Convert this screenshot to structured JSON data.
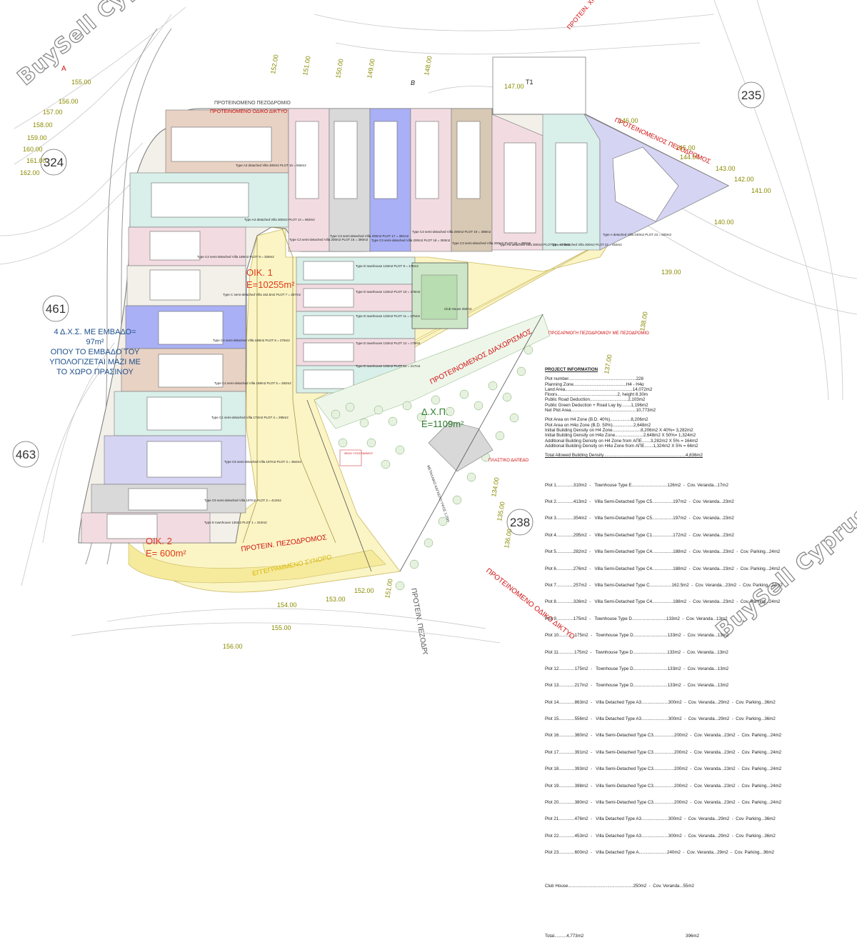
{
  "map": {
    "road_labels": {
      "proposed_footpath_top": "ΠΡΟΤΕΙΝΟΜΕΝΟ ΠΕΖΟΔΡΟΜΙΟ",
      "proposed_road_network_top": "ΠΡΟΤΕΙΝΟΜΕΝΟ ΟΔΙΚΟ ΔΙΚΤΥΟ",
      "proposed_pedestrian_way_right": "ΠΡΟΤΕΙΝΟΜΕΝΟΣ ΠΕΖΟΔΡΟΜΟΣ",
      "proposed_partition": "ΠΡΟΤΕΙΝΟΜΕΝΟΣ ΔΙΑΧΩΡΙΣΜΟΣ",
      "adjustment_footpath": "ΠΡΟΣΑΡΜΟΓΗ ΠΕΖΟΔΡΟΜΙΟΥ ΜΕ ΠΕΖΟΔΡΟΜΙΟ",
      "proposed_pedestrian_bottom": "ΠΡΟΤΕΙΝ. ΠΕΖΟΔΡΟΜΟΣ",
      "registered_boundary": "ΕΓΓΕΓΡΑΜΜΕΝΟ ΣΥΝΟΡΟ",
      "proposed_pedestrian_bottom2": "ΠΡΟΤΕΙΝ. ΠΕΖΟΔΡΟΜΟ",
      "proposed_road_network_bottom": "ΠΡΟΤΕΙΝΟΜΕΝΟ ΟΔΙΚΟ ΔΙΚΤΥΟ",
      "proposed_use_top_right": "ΠΡΟΤΕΙΝ. ΧΡΗΣΗ ΥΓ",
      "plastic_fence": "ΠΛΑΣΤΙΚΟ ΔΑΠΕΔΟ",
      "metal_fence": "ΜΕΤΑΛΛΙΚΟ ΚΑΓΚΕΛΟ ΥΨΟΣ 1.20m",
      "substation": "ΘΕΣΗ ΥΠΟΣΤΑΘΜΟΥ"
    },
    "parcel_numbers": [
      "324",
      "461",
      "463",
      "235",
      "238"
    ],
    "areas": {
      "oik1_name": "ΟΙΚ. 1",
      "oik1_area": "E=10255m²",
      "oik2_name": "ΟΙΚ. 2",
      "oik2_area": "E= 600m²",
      "dxp_name": "Δ.Χ.Π.",
      "dxp_area": "E=1109m²"
    },
    "green_space_note": [
      "4 Δ.Χ.Σ. ΜΕ ΕΜΒΑΔΟ=",
      "97m²",
      "ΟΠΟΥ ΤΟ ΕΜΒΑΔΟ ΤΟΥ",
      "ΥΠΟΛΟΓΙΖΕΤΑΙ ΜΑΖΙ ΜΕ",
      "ΤΟ ΧΩΡΟ ΠΡΑΣΙΝΟΥ"
    ],
    "point_labels": [
      "A",
      "B",
      "T1"
    ],
    "level_values": [
      "155.00",
      "156.00",
      "157.00",
      "158.00",
      "159.00",
      "160.00",
      "161.00",
      "162.00",
      "150.00",
      "151.00",
      "152.00",
      "149.00",
      "148.00",
      "147.00",
      "146.00",
      "145.00",
      "144.00",
      "143.00",
      "142.00",
      "141.00",
      "140.00",
      "139.00",
      "138.00",
      "137.00",
      "136.00",
      "135.00",
      "134.00",
      "154.00",
      "153.00"
    ],
    "villa_labels": [
      "Type A3 detached Villa 300m2 PLOT 15 = 556m2",
      "Type A3 detached Villa 300m2 PLOT 14 = 863m2",
      "Type C3 semi-detached Villa 200m2 PLOT 16 = 380m2",
      "Type C3 semi-detached Villa 200m2 PLOT 17 = 391m2",
      "Type C3 semi-detached Villa 200m2 PLOT 18 = 393m2",
      "Type C3 semi-detached Villa 200m2 PLOT 19 = 398m2",
      "Type C3 semi-detached Villa 200m2 PLOT 20 = 380m2",
      "Type A3 detached Villa 300m2 PLOT 21 = 476m2",
      "Type A3 detached Villa 300m2 PLOT 22 = 453m2",
      "Type A detached Villa 240m2 PLOT 23 = 600m2",
      "Type C4 semi-detached Villa 188m2 PLOT 8 = 326m2",
      "Type C semi-detached Villa 162.5m2 PLOT 7 = 257m2",
      "Type C4 semi-detached Villa 188m2 PLOT 6 = 276m2",
      "Type C4 semi-detached Villa 188m2 PLOT 5 = 282m2",
      "Type C1 semi-detached Villa 172m2 PLOT 4 = 295m2",
      "Type C5 semi-detached Villa 197m2 PLOT 3 = 354m2",
      "Type C5 semi-detached Villa 197m2 PLOT 2 = 413m2",
      "Type E townhouse 126m2 PLOT 1 = 310m2",
      "Type D townhouse 133m2 PLOT 9 = 175m2",
      "Type D townhouse 133m2 PLOT 10 = 175m2",
      "Type D townhouse 133m2 PLOT 11 = 175m2",
      "Type D townhouse 133m2 PLOT 12 = 175m2",
      "Type D townhouse 133m2 PLOT 13 = 217m2",
      "Club House 250m2"
    ]
  },
  "project_info": {
    "title": "PROJECT INFORMATION",
    "lines": [
      "Plot number.......................................................228",
      "Planning Zone...........................................H4 - H4α",
      "Land Area.......................................................14,072m2",
      "Floors.................................................2, height 8.30m",
      "Public Road Deduction...............................2,103m2",
      "Public Green Deduction + Road Lay by........1,196m2",
      "Net Plot Area.....................................................10,773m2"
    ],
    "density_lines": [
      "Plot Area on H4 Zone (B.D. 40%).................8,206m2",
      "Plot Area on H4α Zone (B.D. 50%).................2,648m2",
      "Initial Building Density on H4 Zone.......................8,206m2 X 40%= 3,282m2",
      "Initial Building Density on H4α Zone.......................2,648m2 X 50%= 1,324m2",
      "Additional Building Density on H4 Zone from ΑΠΕ.......3,282m2 X 5% = 164m2",
      "Additional Building Density on H4α Zone from ΑΠΕ.......1,324m2 X 5% = 66m2"
    ],
    "total_density": "Total Allowed Building Density...................................................................4,836m2"
  },
  "plot_schedule": [
    "Plot 1..............310m2  -   Townhouse Type E.............................126m2  -  Cov. Veranda...17m2",
    "Plot 2..............413m2  -   Villa Semi-Detached Type C5.................197m2  -  Cov. Veranda...23m2",
    "Plot 3..............354m2  -   Villa Semi-Detached Type C5.................197m2  -  Cov. Veranda...23m2",
    "Plot 4..............295m2  -   Villa Semi-Detached Type C1.................172m2  -  Cov. Veranda...23m2",
    "Plot 5..............282m2  -   Villa Semi-Detached Type C4.................188m2  -  Cov. Veranda...23m2  -  Cov. Parking...24m2",
    "Plot 6..............276m2  -   Villa Semi-Detached Type C4.................188m2  -  Cov. Veranda...23m2  -  Cov. Parking...24m2",
    "Plot 7..............257m2  -   Villa Semi-Detached Type C..................162.5m2  -  Cov. Veranda...23m2  -  Cov. Parking...24m2",
    "Plot 8..............326m2  -   Villa Semi-Detached Type C4.................188m2  -  Cov. Veranda...23m2  -  Cov. Parking...24m2",
    "Plot 9..............175m2  -   Townhouse Type D............................133m2  -  Cov. Veranda...13m2",
    "Plot 10.............175m2  -   Townhouse Type D............................133m2  -  Cov. Veranda...13m2",
    "Plot 11.............175m2  -   Townhouse Type D............................133m2  -  Cov. Veranda...13m2",
    "Plot 12.............175m2  -   Townhouse Type D............................133m2  -  Cov. Veranda...13m2",
    "Plot 13.............217m2  -   Townhouse Type D............................133m2  -  Cov. Veranda...13m2",
    "Plot 14.............863m2  -   Villa Detached Type A3......................300m2  -  Cov. Veranda...29m2  -  Cov. Parking...36m2",
    "Plot 15.............556m2  -   Villa Detached Type A3......................300m2  -  Cov. Veranda...29m2  -  Cov. Parking...36m2",
    "Plot 16.............380m2  -   Villa Semi-Detached Type C3.................200m2  -  Cov. Veranda...23m2  -  Cov. Parking...24m2",
    "Plot 17.............391m2  -   Villa Semi-Detached Type C3.................200m2  -  Cov. Veranda...23m2  -  Cov. Parking...24m2",
    "Plot 18.............393m2  -   Villa Semi-Detached Type C3.................200m2  -  Cov. Veranda...23m2  -  Cov. Parking...24m2",
    "Plot 19.............398m2  -   Villa Semi-Detached Type C3.................200m2  -  Cov. Veranda...23m2  -  Cov. Parking...24m2",
    "Plot 20.............380m2  -   Villa Semi-Detached Type C3.................200m2  -  Cov. Veranda...23m2  -  Cov. Parking...24m2",
    "Plot 21.............476m2  -   Villa Detached Type A3......................300m2  -  Cov. Veranda...29m2  -  Cov. Parking...36m2",
    "Plot 22.............453m2  -   Villa Detached Type A3......................300m2  -  Cov. Veranda...29m2  -  Cov. Parking...36m2",
    "Plot 23.............600m2  -   Villa Detached Type A.......................240m2  -  Cov. Veranda...29m2  -  Cov. Parking...36m2",
    "",
    "Club House.....................................................250m2  -  Cov. Veranda...55m2",
    "",
    "",
    "Total..........4,773m2                                                                                   396m2"
  ],
  "watermark": "BuySell Cyprus",
  "colors": {
    "villa_a3_top": "#e8d2c4",
    "villa_a3_second": "#d9efe9",
    "villa_c3_pink": "#f2dce2",
    "villa_c3_grey": "#d9d9d9",
    "villa_c3_blue": "#aab0f5",
    "villa_c3_tan": "#d8c9b4",
    "villa_a_lavender": "#d5d4f3",
    "road_yellow": "#fbf4c4",
    "road_label_red": "#d01010",
    "area_label_red": "#e03a1c",
    "green_area": "#2e7a2e",
    "level_text": "#8a8a00"
  }
}
